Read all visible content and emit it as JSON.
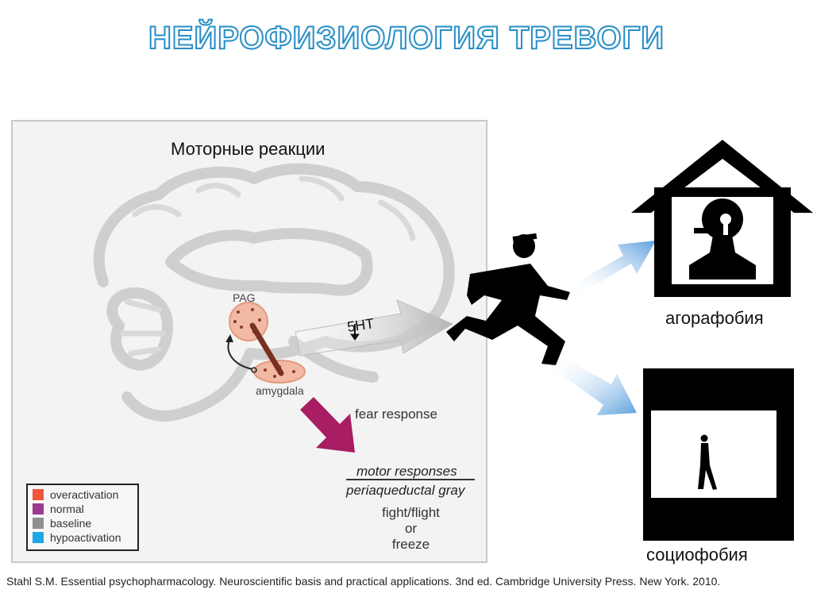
{
  "title": "НЕЙРОФИЗИОЛОГИЯ ТРЕВОГИ",
  "panel": {
    "heading": "Моторные реакции",
    "pag_label": "PAG",
    "amygdala_label": "amygdala",
    "serotonin_label": "5HT",
    "fear_label": "fear response",
    "motor_responses": "motor responses",
    "periaqueductal": "periaqueductal gray",
    "outcomes": [
      "fight/flight",
      "or",
      "freeze"
    ]
  },
  "legend": [
    {
      "label": "overactivation",
      "color": "#f0543a"
    },
    {
      "label": "normal",
      "color": "#9b3a8e"
    },
    {
      "label": "baseline",
      "color": "#8f8f8f"
    },
    {
      "label": "hypoactivation",
      "color": "#1ea7e8"
    }
  ],
  "colors": {
    "title_outline": "#2a8fc7",
    "fear_arrow": "#a81d63",
    "blue_arrow": "#5a9fdc",
    "node_fill": "#f2b9a5"
  },
  "captions": {
    "agoraphobia": "агорафобия",
    "sociophobia": "социофобия"
  },
  "citation": "Stahl S.M. Essential psychopharmacology. Neuroscientific basis and practical applications. 3nd ed. Cambridge University Press. New York. 2010."
}
